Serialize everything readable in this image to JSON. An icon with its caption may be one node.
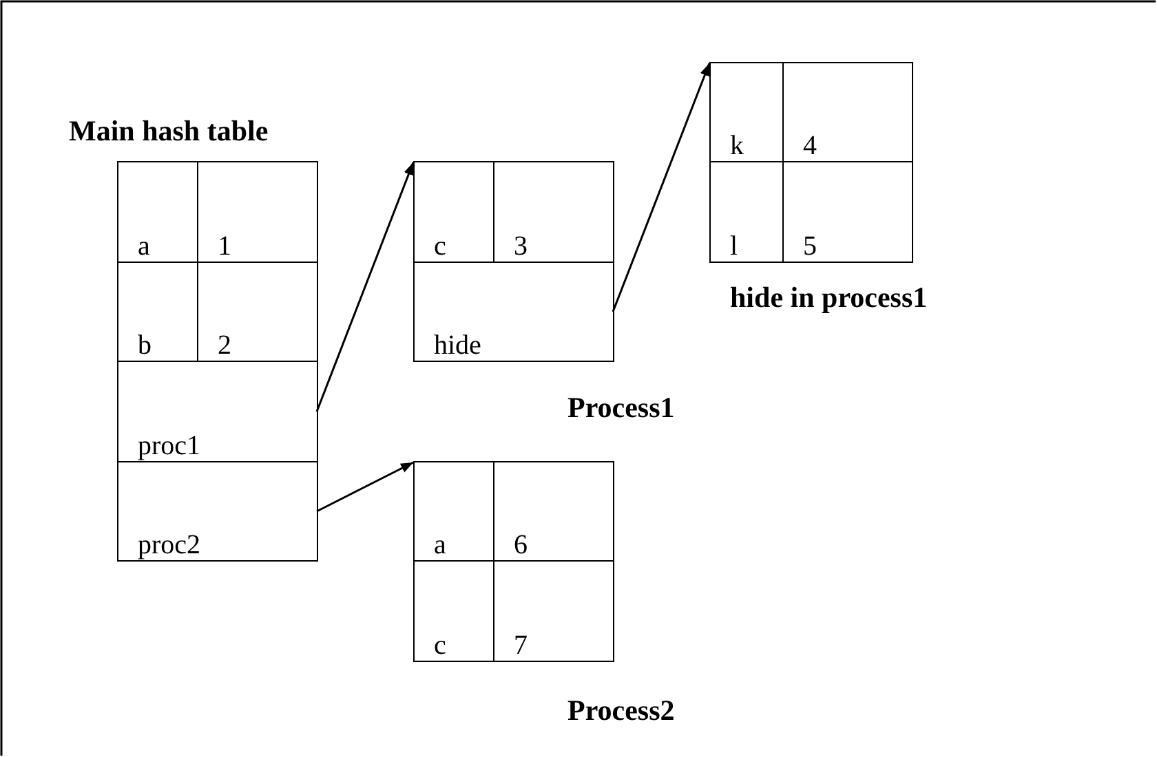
{
  "diagram": {
    "nodes": [
      {
        "text": [
          "Main hash table"
        ]
      },
      {
        "text": [
          "a"
        ],
        "in": 0
      },
      {
        "text": [
          "1"
        ],
        "in": 0
      },
      {
        "text": [
          "b"
        ],
        "in": 0
      },
      {
        "text": [
          "2"
        ],
        "in": 0
      },
      {
        "text": [
          "proc1"
        ],
        "in": 0
      },
      {
        "text": [
          "proc2"
        ],
        "in": 0
      },
      {
        "text": [
          "Process1"
        ]
      },
      {
        "text": [
          "c"
        ],
        "in": 7
      },
      {
        "text": [
          "3"
        ],
        "in": 7
      },
      {
        "text": [
          "hide"
        ],
        "in": 7
      },
      {
        "text": [
          "hide in process1"
        ]
      },
      {
        "text": [
          "k"
        ],
        "in": 11
      },
      {
        "text": [
          "4"
        ],
        "in": 11
      },
      {
        "text": [
          "l"
        ],
        "in": 11
      },
      {
        "text": [
          "5"
        ],
        "in": 11
      },
      {
        "text": [
          "Process2"
        ]
      },
      {
        "text": [
          "a"
        ],
        "in": 16
      },
      {
        "text": [
          "6"
        ],
        "in": 16
      },
      {
        "text": [
          "c"
        ],
        "in": 16
      },
      {
        "text": [
          "7"
        ],
        "in": 16
      }
    ],
    "edges": [
      {
        "from": 5,
        "to": 7,
        "arrow": "to"
      },
      {
        "from": 10,
        "to": 11,
        "arrow": "to"
      },
      {
        "from": 6,
        "to": 16,
        "arrow": "to"
      }
    ]
  }
}
